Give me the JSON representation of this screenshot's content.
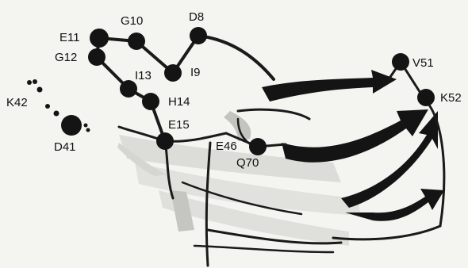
{
  "figure": {
    "colors": {
      "ink": "#141414",
      "paper": "#f4f4f1",
      "sheet_shade": "#b9b9b4"
    },
    "residues": [
      {
        "id": "E11",
        "label": "E11"
      },
      {
        "id": "G10",
        "label": "G10"
      },
      {
        "id": "D8",
        "label": "D8"
      },
      {
        "id": "G12",
        "label": "G12"
      },
      {
        "id": "I13",
        "label": "I13"
      },
      {
        "id": "I9",
        "label": "I9"
      },
      {
        "id": "H14",
        "label": "H14"
      },
      {
        "id": "K42",
        "label": "K42"
      },
      {
        "id": "D41",
        "label": "D41"
      },
      {
        "id": "E15",
        "label": "E15"
      },
      {
        "id": "E46",
        "label": "E46"
      },
      {
        "id": "Q70",
        "label": "Q70"
      },
      {
        "id": "V51",
        "label": "V51"
      },
      {
        "id": "K52",
        "label": "K52"
      }
    ]
  }
}
